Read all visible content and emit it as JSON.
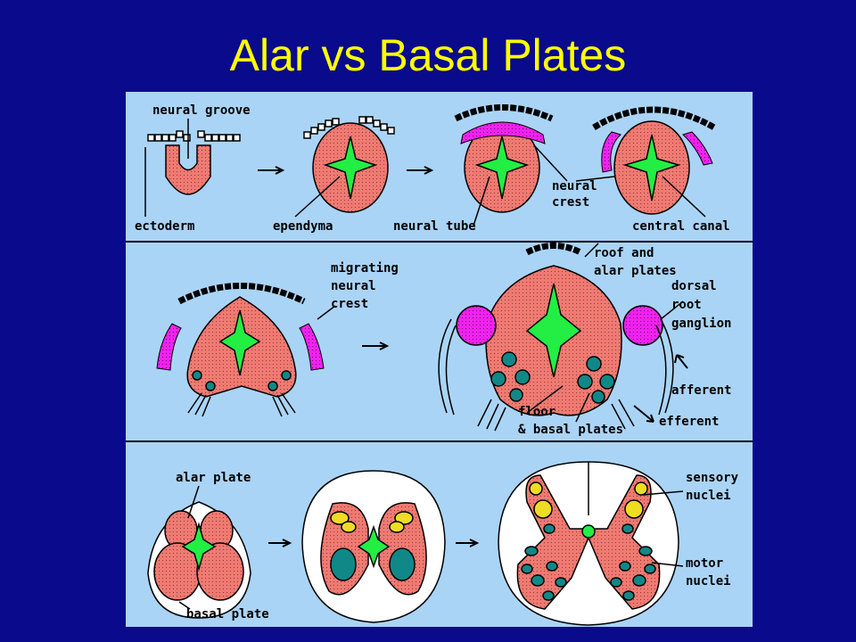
{
  "title": "Alar vs Basal Plates",
  "colors": {
    "background": "#0a0a8c",
    "title": "#ffff00",
    "panel": "#aad4f6",
    "tissue": "#ef7a72",
    "canal": "#22ee44",
    "neural_crest": "#ee22ee",
    "motor": "#118888",
    "sensory": "#eedd22"
  },
  "panel1": {
    "neural_groove": "neural groove",
    "ectoderm": "ectoderm",
    "ependyma": "ependyma",
    "neural_tube": "neural tube",
    "neural_crest_1": "neural",
    "neural_crest_2": "crest",
    "central_canal": "central canal"
  },
  "panel2": {
    "migrating_1": "migrating",
    "migrating_2": "neural",
    "migrating_3": "crest",
    "roof_1": "roof and",
    "roof_2": "alar plates",
    "dorsal_1": "dorsal",
    "dorsal_2": "root",
    "dorsal_3": "ganglion",
    "afferent": "afferent",
    "efferent": "efferent",
    "floor_1": "floor",
    "floor_2": "& basal plates"
  },
  "panel3": {
    "alar_plate": "alar plate",
    "basal_plate": "basal plate",
    "sensory_1": "sensory",
    "sensory_2": "nuclei",
    "motor_1": "motor",
    "motor_2": "nuclei"
  }
}
